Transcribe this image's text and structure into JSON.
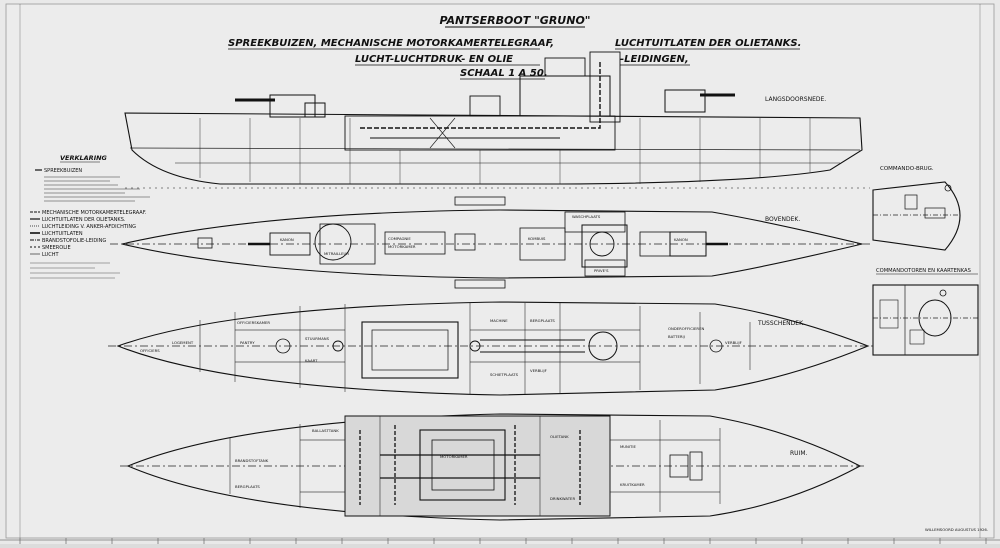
{
  "title": {
    "main": "PANTSERBOOT \"GRUNO\"",
    "line1_left": "SPREEKBUIZEN, MECHANISCHE MOTORKAMERTELEGRAAF,",
    "line1_right": "LUCHTUITLATEN DER OLIETANKS.",
    "line2_left": "LUCHT-LUCHTDRUK- EN OLIE",
    "line2_right": "-LEIDINGEN,",
    "scale": "SCHAAL 1 A 50."
  },
  "views": {
    "langsdoorsnede": "LANGSDOORSNEDE.",
    "bovendek": "BOVENDEK.",
    "tusschendek": "TUSSCHENDEK.",
    "ruim": "RUIM.",
    "commando_brug": "COMMANDO-BRUG.",
    "commandotoren": "COMMANDOTOREN EN KAARTENKAS"
  },
  "legend": {
    "title": "VERKLARING",
    "items": [
      "SPREEKBUIZEN",
      "MECHANISCHE MOTORKAMERTELEGRAAF.",
      "LUCHTUITLATEN DER OLIETANKS.",
      "LUCHTLEIDING V. ANKER-AFDICHTING",
      "LUCHTUITLATEN",
      "BRANDSTOFOLIE-LEIDING",
      "SMEEROLIE",
      "LUCHT"
    ]
  },
  "labels": {
    "bovendek": [
      "KANON",
      "MITRAILLEUR",
      "COMPAGNIE",
      "MOTORKAMER",
      "KOMBUIS",
      "WASCHPLAATS",
      "PRIVE'S",
      "KANON"
    ],
    "tusschendek": [
      "OFFICIERSKAMER",
      "OFFICIERS",
      "LOGEMENT",
      "PANTRY",
      "STUURMANS",
      "KAART",
      "MACHINE",
      "SCHIETPLAATS",
      "BERGPLAATS",
      "VERBLIJF",
      "ONDEROFFICIEREN",
      "BATTERIJ",
      "VERBLIJF"
    ],
    "ruim": [
      "BALLASTTANK",
      "MOTORKAMER",
      "OLIETANK",
      "DRINKWATER",
      "MUNITIE",
      "BRANDSTOFTANK",
      "KRUITKAMER",
      "BERGPLAATS"
    ]
  },
  "signature": "WILLEMSOORD AUGUSTUS 1926."
}
